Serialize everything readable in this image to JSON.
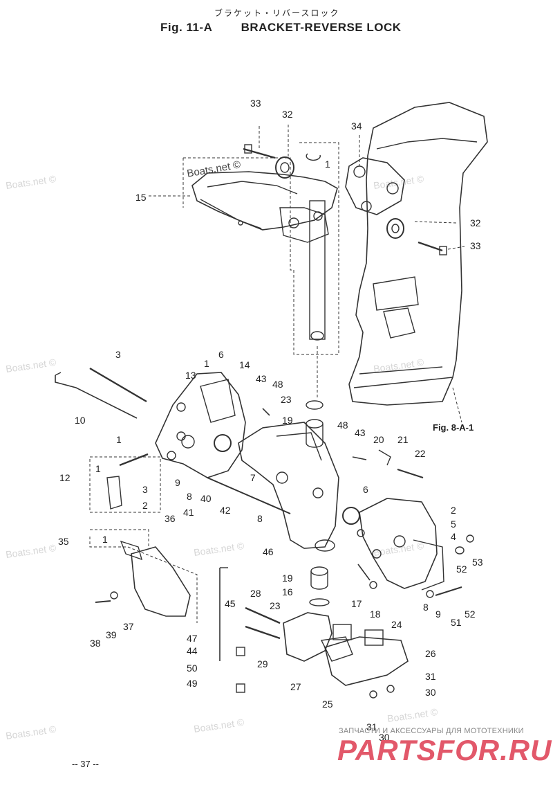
{
  "header": {
    "title_jp": "ブラケット・リバースロック",
    "fig_code": "Fig. 11-A",
    "fig_title": "BRACKET-REVERSE LOCK"
  },
  "fig_reference": "Fig. 8-A-1",
  "page_number": "-- 37 --",
  "watermark": "Boats.net ©",
  "watermark_strong": "Boats.net ©",
  "shop": {
    "subtitle": "ЗАПЧАСТИ И АКСЕССУАРЫ ДЛЯ МОТОТЕХНИКИ",
    "logo": "PARTSFOR.RU"
  },
  "callouts": {
    "c33a": "33",
    "c32a": "32",
    "c34": "34",
    "c1a": "1",
    "c15": "15",
    "c32b": "32",
    "c33b": "33",
    "c3a": "3",
    "c10": "10",
    "c13": "13",
    "c1b": "1",
    "c6a": "6",
    "c14": "14",
    "c43a": "43",
    "c48a": "48",
    "c23a": "23",
    "c19a": "19",
    "c1c": "1",
    "c12": "12",
    "c1d": "1",
    "c3b": "3",
    "c2a": "2",
    "c9a": "9",
    "c8a": "8",
    "c40": "40",
    "c7": "7",
    "c48b": "48",
    "c43b": "43",
    "c20": "20",
    "c21": "21",
    "c22": "22",
    "c6b": "6",
    "c8b": "8",
    "c2b": "2",
    "c5": "5",
    "c4": "4",
    "c36": "36",
    "c41": "41",
    "c42": "42",
    "c46": "46",
    "c35": "35",
    "c1e": "1",
    "c53": "53",
    "c52a": "52",
    "c19b": "19",
    "c16": "16",
    "c23b": "23",
    "c17": "17",
    "c18": "18",
    "c45": "45",
    "c28": "28",
    "c8c": "8",
    "c9b": "9",
    "c51": "51",
    "c52b": "52",
    "c38": "38",
    "c39": "39",
    "c37": "37",
    "c24": "24",
    "c47": "47",
    "c44": "44",
    "c29": "29",
    "c26": "26",
    "c50": "50",
    "c49": "49",
    "c27": "27",
    "c31a": "31",
    "c30a": "30",
    "c25": "25",
    "c31b": "31",
    "c30b": "30"
  }
}
